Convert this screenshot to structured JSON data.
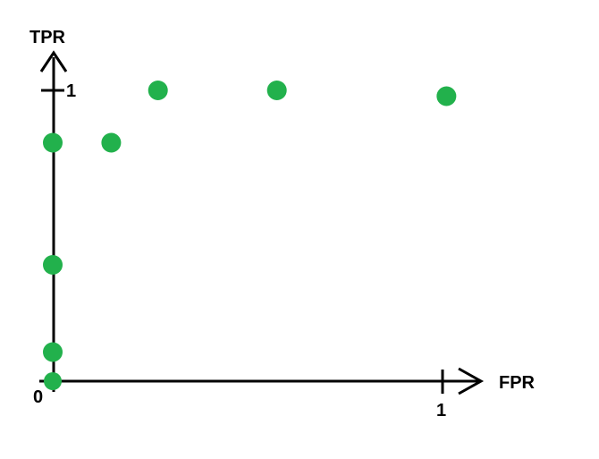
{
  "chart_data": {
    "type": "scatter",
    "xlabel": "FPR",
    "ylabel": "TPR",
    "origin_label": "0",
    "x_tick_labels": [
      "1"
    ],
    "y_tick_labels": [
      "1"
    ],
    "xlim": [
      0,
      1
    ],
    "ylim": [
      0,
      1
    ],
    "grid": false,
    "point_color": "#22b14c",
    "points": [
      {
        "x": 0.0,
        "y": 0.0
      },
      {
        "x": 0.0,
        "y": 0.1
      },
      {
        "x": 0.0,
        "y": 0.4
      },
      {
        "x": 0.0,
        "y": 0.82
      },
      {
        "x": 0.15,
        "y": 0.82
      },
      {
        "x": 0.27,
        "y": 1.0
      },
      {
        "x": 0.575,
        "y": 1.0
      },
      {
        "x": 1.01,
        "y": 0.98
      }
    ]
  }
}
